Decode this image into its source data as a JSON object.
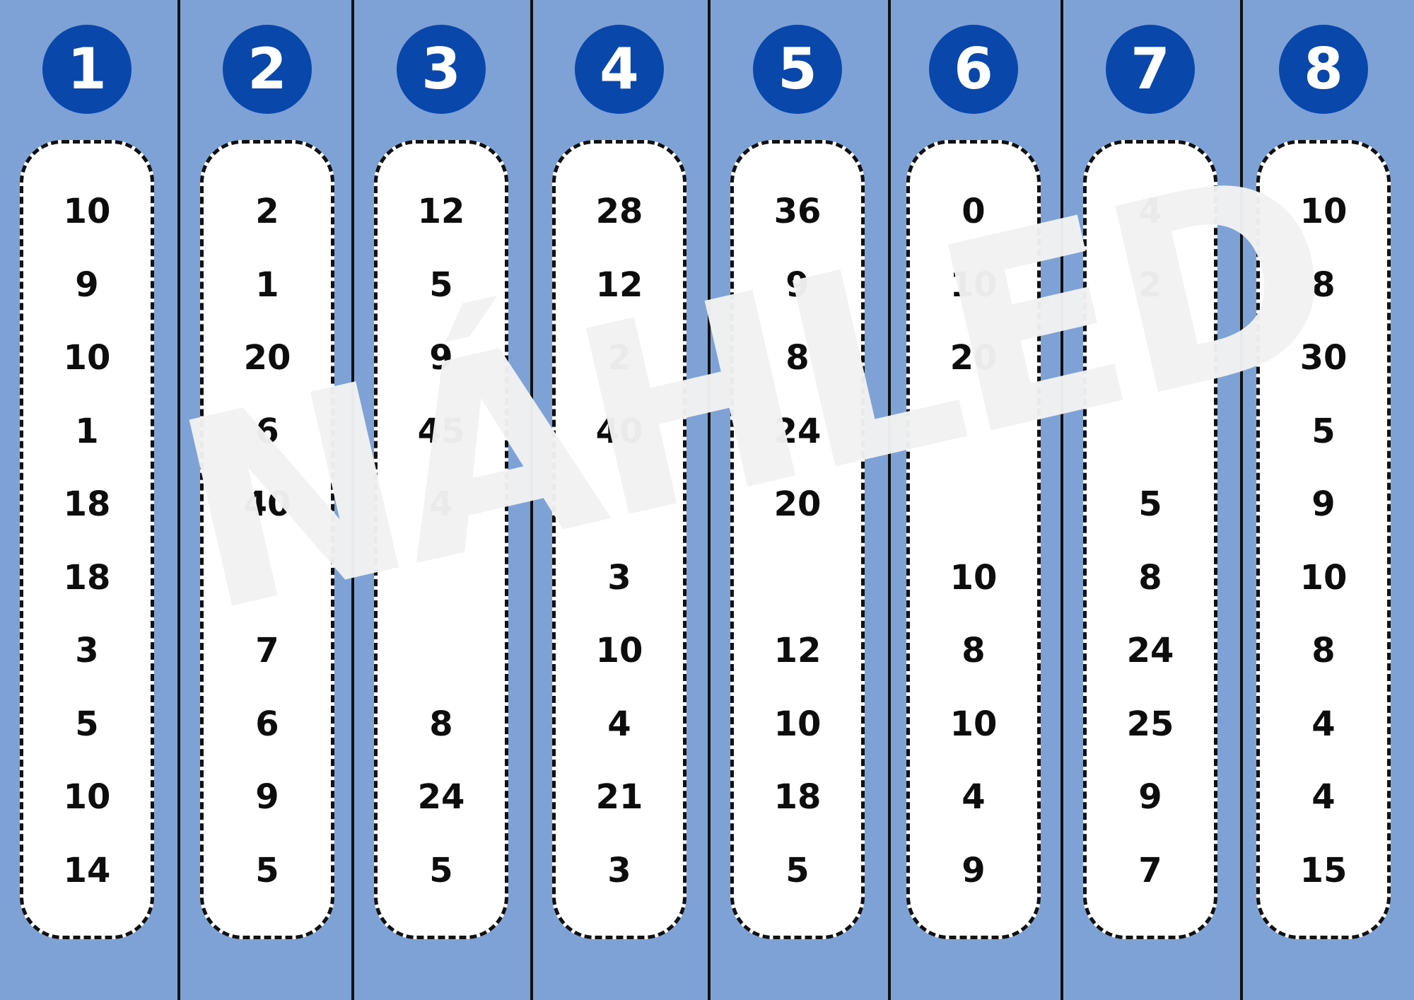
{
  "colors": {
    "background": "#7ea2d6",
    "badge": "#0a47ab",
    "card": "#ffffff",
    "text": "#0d0d0d",
    "watermark": "#f2f2f2"
  },
  "columns": [
    {
      "label": "1",
      "numbers": [
        "10",
        "9",
        "10",
        "1",
        "18",
        "18",
        "3",
        "5",
        "10",
        "14"
      ]
    },
    {
      "label": "2",
      "numbers": [
        "2",
        "1",
        "20",
        "6",
        "40",
        "",
        "7",
        "6",
        "9",
        "5"
      ]
    },
    {
      "label": "3",
      "numbers": [
        "12",
        "5",
        "9",
        "45",
        "4",
        "",
        "",
        "8",
        "24",
        "5"
      ]
    },
    {
      "label": "4",
      "numbers": [
        "28",
        "12",
        "2",
        "40",
        "",
        "3",
        "10",
        "4",
        "21",
        "3"
      ]
    },
    {
      "label": "5",
      "numbers": [
        "36",
        "9",
        "8",
        "24",
        "20",
        "",
        "12",
        "10",
        "18",
        "5"
      ]
    },
    {
      "label": "6",
      "numbers": [
        "0",
        "10",
        "20",
        "",
        "",
        "10",
        "8",
        "10",
        "4",
        "9"
      ]
    },
    {
      "label": "7",
      "numbers": [
        "4",
        "2",
        "",
        "",
        "5",
        "8",
        "24",
        "25",
        "9",
        "7"
      ]
    },
    {
      "label": "8",
      "numbers": [
        "10",
        "8",
        "30",
        "5",
        "9",
        "10",
        "8",
        "4",
        "4",
        "15"
      ]
    }
  ],
  "watermark": "NÁHLED"
}
